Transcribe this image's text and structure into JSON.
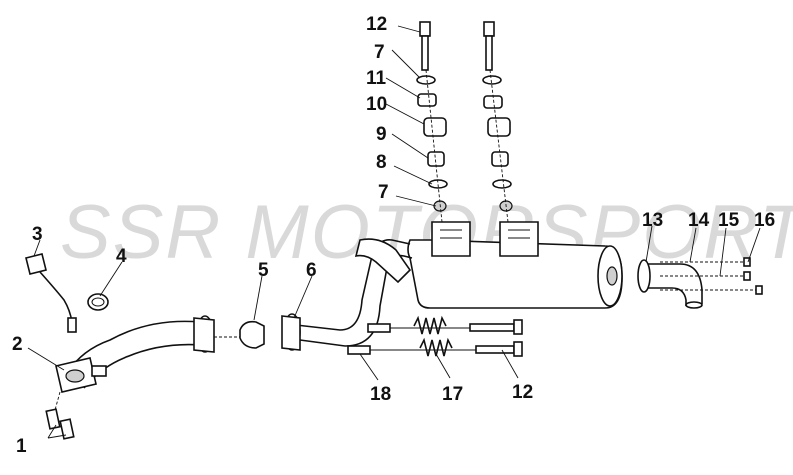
{
  "watermark": "SSR MOTORSPORTS",
  "callouts": [
    {
      "id": "c1",
      "text": "1"
    },
    {
      "id": "c2",
      "text": "2"
    },
    {
      "id": "c3",
      "text": "3"
    },
    {
      "id": "c4",
      "text": "4"
    },
    {
      "id": "c5",
      "text": "5"
    },
    {
      "id": "c6",
      "text": "6"
    },
    {
      "id": "c7a",
      "text": "7"
    },
    {
      "id": "c7b",
      "text": "7"
    },
    {
      "id": "c8",
      "text": "8"
    },
    {
      "id": "c9",
      "text": "9"
    },
    {
      "id": "c10",
      "text": "10"
    },
    {
      "id": "c11",
      "text": "11"
    },
    {
      "id": "c12a",
      "text": "12"
    },
    {
      "id": "c12b",
      "text": "12"
    },
    {
      "id": "c13",
      "text": "13"
    },
    {
      "id": "c14",
      "text": "14"
    },
    {
      "id": "c15",
      "text": "15"
    },
    {
      "id": "c16",
      "text": "16"
    },
    {
      "id": "c17",
      "text": "17"
    },
    {
      "id": "c18",
      "text": "18"
    }
  ]
}
